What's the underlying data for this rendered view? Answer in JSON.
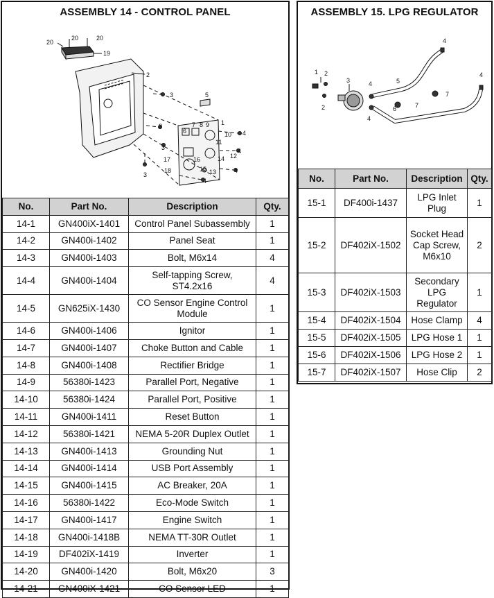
{
  "assembly14": {
    "title": "ASSEMBLY 14 - CONTROL PANEL",
    "headers": [
      "No.",
      "Part No.",
      "Description",
      "Qty."
    ],
    "rows": [
      {
        "no": "14-1",
        "part": "GN400iX-1401",
        "desc": "Control Panel Subassembly",
        "qty": "1"
      },
      {
        "no": "14-2",
        "part": "GN400i-1402",
        "desc": "Panel Seat",
        "qty": "1"
      },
      {
        "no": "14-3",
        "part": "GN400i-1403",
        "desc": "Bolt, M6x14",
        "qty": "4"
      },
      {
        "no": "14-4",
        "part": "GN400i-1404",
        "desc": "Self-tapping Screw, ST4.2x16",
        "qty": "4"
      },
      {
        "no": "14-5",
        "part": "GN625iX-1430",
        "desc": "CO Sensor Engine Control Module",
        "qty": "1"
      },
      {
        "no": "14-6",
        "part": "GN400i-1406",
        "desc": "Ignitor",
        "qty": "1"
      },
      {
        "no": "14-7",
        "part": "GN400i-1407",
        "desc": "Choke Button and Cable",
        "qty": "1"
      },
      {
        "no": "14-8",
        "part": "GN400i-1408",
        "desc": "Rectifier Bridge",
        "qty": "1"
      },
      {
        "no": "14-9",
        "part": "56380i-1423",
        "desc": "Parallel Port, Negative",
        "qty": "1"
      },
      {
        "no": "14-10",
        "part": "56380i-1424",
        "desc": "Parallel Port, Positive",
        "qty": "1"
      },
      {
        "no": "14-11",
        "part": "GN400i-1411",
        "desc": "Reset Button",
        "qty": "1"
      },
      {
        "no": "14-12",
        "part": "56380i-1421",
        "desc": "NEMA 5-20R Duplex Outlet",
        "qty": "1"
      },
      {
        "no": "14-13",
        "part": "GN400i-1413",
        "desc": "Grounding  Nut",
        "qty": "1"
      },
      {
        "no": "14-14",
        "part": "GN400i-1414",
        "desc": "USB Port Assembly",
        "qty": "1"
      },
      {
        "no": "14-15",
        "part": "GN400i-1415",
        "desc": "AC Breaker, 20A",
        "qty": "1"
      },
      {
        "no": "14-16",
        "part": "56380i-1422",
        "desc": "Eco-Mode Switch",
        "qty": "1"
      },
      {
        "no": "14-17",
        "part": "GN400i-1417",
        "desc": "Engine Switch",
        "qty": "1"
      },
      {
        "no": "14-18",
        "part": "GN400i-1418B",
        "desc": "NEMA TT-30R Outlet",
        "qty": "1"
      },
      {
        "no": "14-19",
        "part": "DF402iX-1419",
        "desc": "Inverter",
        "qty": "1"
      },
      {
        "no": "14-20",
        "part": "GN400i-1420",
        "desc": "Bolt, M6x20",
        "qty": "3"
      },
      {
        "no": "14-21",
        "part": "GN400iX-1421",
        "desc": "CO Sensor LED",
        "qty": "1"
      }
    ],
    "callouts": [
      "1",
      "2",
      "3",
      "4",
      "5",
      "6",
      "7",
      "8",
      "9",
      "10",
      "11",
      "12",
      "13",
      "14",
      "15",
      "16",
      "17",
      "18",
      "19",
      "20"
    ]
  },
  "assembly15": {
    "title": "ASSEMBLY 15. LPG REGULATOR",
    "headers": [
      "No.",
      "Part No.",
      "Description",
      "Qty."
    ],
    "rows": [
      {
        "no": "15-1",
        "part": "DF400i-1437",
        "desc": "LPG Inlet Plug",
        "qty": "1"
      },
      {
        "no": "15-2",
        "part": "DF402iX-1502",
        "desc": "Socket Head Cap Screw, M6x10",
        "qty": "2"
      },
      {
        "no": "15-3",
        "part": "DF402iX-1503",
        "desc": "Secondary LPG Regulator",
        "qty": "1"
      },
      {
        "no": "15-4",
        "part": "DF402iX-1504",
        "desc": "Hose Clamp",
        "qty": "4"
      },
      {
        "no": "15-5",
        "part": "DF402iX-1505",
        "desc": "LPG Hose 1",
        "qty": "1"
      },
      {
        "no": "15-6",
        "part": "DF402iX-1506",
        "desc": "LPG Hose 2",
        "qty": "1"
      },
      {
        "no": "15-7",
        "part": "DF402iX-1507",
        "desc": "Hose Clip",
        "qty": "2"
      }
    ],
    "callouts": [
      "1",
      "2",
      "3",
      "4",
      "5",
      "6",
      "7"
    ]
  }
}
